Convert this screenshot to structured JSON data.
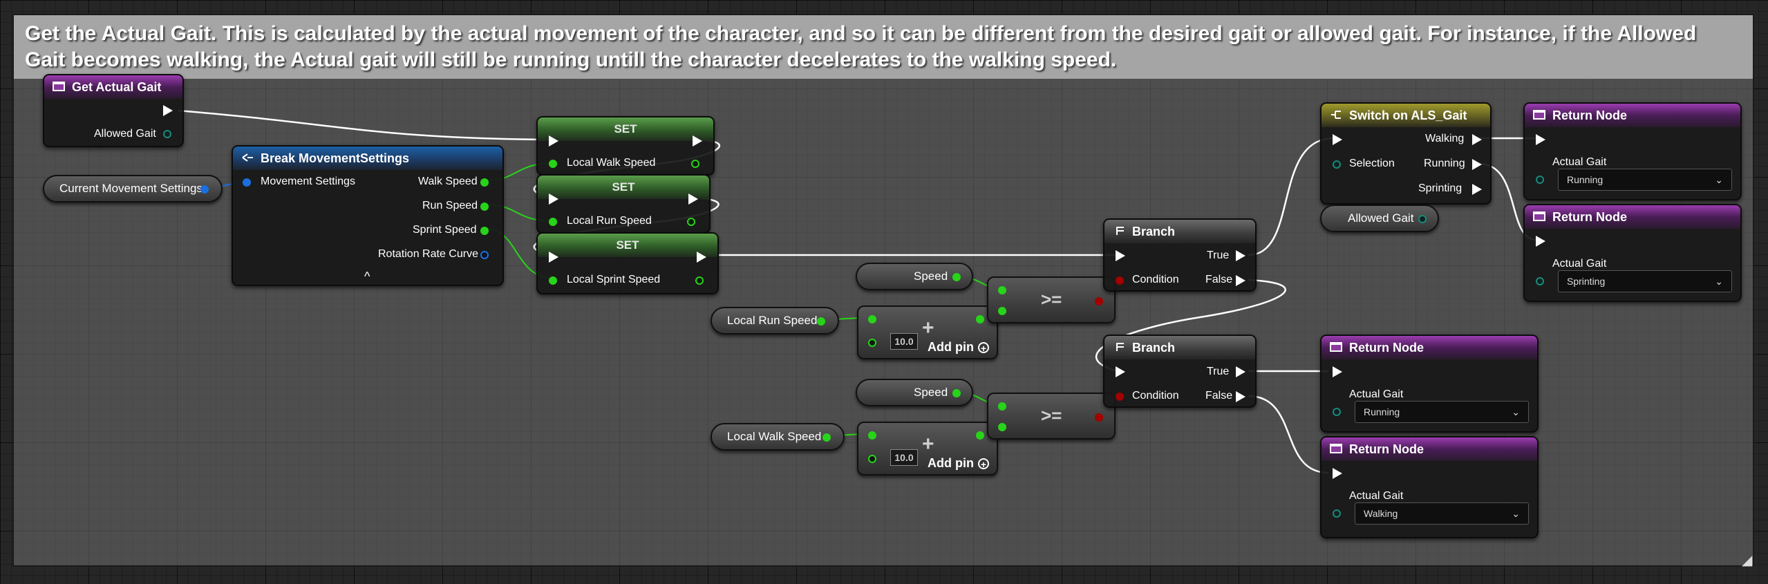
{
  "comment": "Get the Actual Gait. This is calculated by the actual movement of the character, and so it can be different from the desired gait or allowed gait. For instance, if the Allowed Gait becomes walking, the Actual gait will still be running untill the character decelerates to the walking speed.",
  "entry": {
    "title": "Get Actual Gait",
    "output_label": "Allowed Gait"
  },
  "current_movement_settings": "Current Movement Settings",
  "break_node": {
    "title": "Break MovementSettings",
    "input_label": "Movement Settings",
    "outputs": [
      "Walk Speed",
      "Run Speed",
      "Sprint Speed",
      "Rotation Rate Curve"
    ],
    "expand_glyph": "^"
  },
  "set_nodes": [
    {
      "title": "SET",
      "var": "Local Walk Speed"
    },
    {
      "title": "SET",
      "var": "Local Run Speed"
    },
    {
      "title": "SET",
      "var": "Local Sprint Speed"
    }
  ],
  "compare_a": {
    "speed": "Speed",
    "local_var": "Local Run Speed",
    "add_value": "10.0",
    "add_pin": "Add pin",
    "op": ">="
  },
  "compare_b": {
    "speed": "Speed",
    "local_var": "Local Walk Speed",
    "add_value": "10.0",
    "add_pin": "Add pin",
    "op": ">="
  },
  "branch_a": {
    "title": "Branch",
    "condition": "Condition",
    "true_label": "True",
    "false_label": "False"
  },
  "branch_b": {
    "title": "Branch",
    "condition": "Condition",
    "true_label": "True",
    "false_label": "False"
  },
  "switch_node": {
    "title": "Switch on ALS_Gait",
    "selection": "Selection",
    "outputs": [
      "Walking",
      "Running",
      "Sprinting"
    ]
  },
  "allowed_gait_var": "Allowed Gait",
  "return_nodes": [
    {
      "title": "Return Node",
      "label": "Actual Gait",
      "value": "Running"
    },
    {
      "title": "Return Node",
      "label": "Actual Gait",
      "value": "Sprinting"
    },
    {
      "title": "Return Node",
      "label": "Actual Gait",
      "value": "Running"
    },
    {
      "title": "Return Node",
      "label": "Actual Gait",
      "value": "Walking"
    }
  ],
  "colors": {
    "function_header": "#9b3cb0",
    "set_header": "#5a9d4a",
    "struct_header": "#1c5fa6",
    "switch_header": "#a09a2c",
    "float_pin": "#27d419",
    "bool_pin": "#a30000",
    "struct_pin": "#1a6fe0",
    "enum_pin": "#1a8a7a",
    "exec_wire": "#ffffff"
  },
  "icons": {
    "function": "function-icon",
    "break": "break-struct-icon",
    "branch": "branch-icon",
    "switch": "switch-icon",
    "dropdown": "chevron-down-icon",
    "add_pin": "plus-circle-icon"
  }
}
